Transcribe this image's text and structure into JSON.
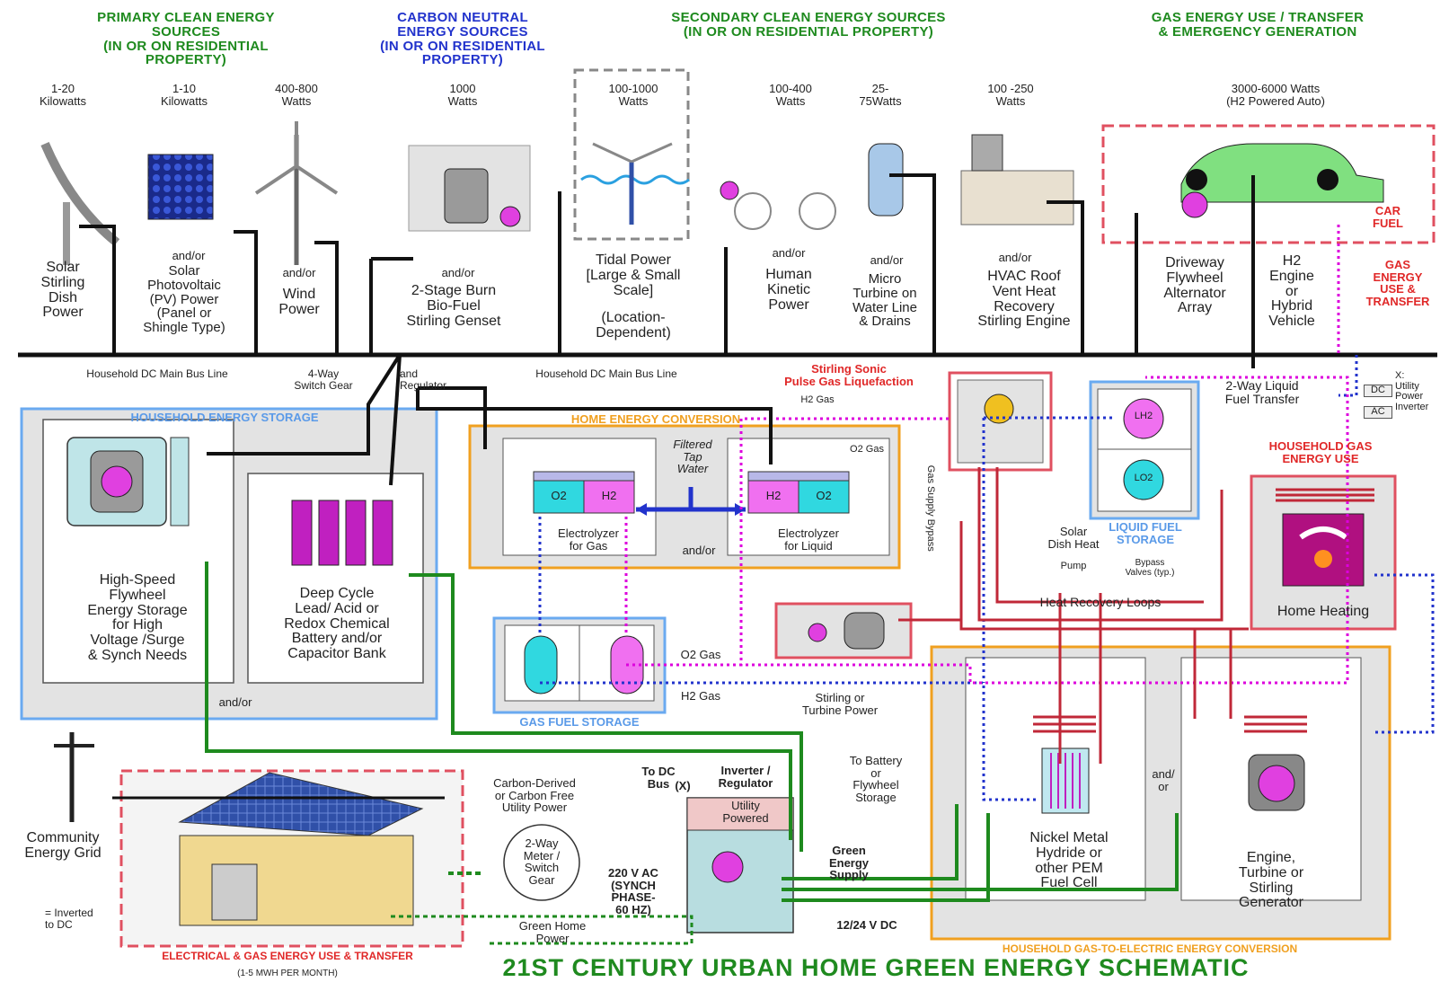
{
  "headers": {
    "primary": "PRIMARY CLEAN ENERGY\nSOURCES\n(IN OR ON RESIDENTIAL\nPROPERTY)",
    "carbon": "CARBON NEUTRAL\nENERGY SOURCES\n(IN OR ON RESIDENTIAL\nPROPERTY)",
    "secondary": "SECONDARY CLEAN ENERGY SOURCES\n(IN OR ON RESIDENTIAL PROPERTY)",
    "gas": "GAS ENERGY USE / TRANSFER\n& EMERGENCY GENERATION"
  },
  "ratings": {
    "solar_dish": "1-20\nKilowatts",
    "solar_pv": "1-10\nKilowatts",
    "wind": "400-800\nWatts",
    "biofuel": "1000\nWatts",
    "tidal": "100-1000\nWatts",
    "human": "100-400\nWatts",
    "micro_turbine": "25-\n75Watts",
    "hvac": "100 -250\nWatts",
    "auto": "3000-6000 Watts\n(H2 Powered Auto)"
  },
  "sources": {
    "solar_dish": "Solar\nStirling\nDish\nPower",
    "andor_pv": "and/or",
    "solar_pv": "Solar\nPhotovoltaic\n(PV) Power\n(Panel or\nShingle Type)",
    "andor_wind": "and/or",
    "wind": "Wind\nPower",
    "andor_bio": "and/or",
    "biofuel": "2-Stage Burn\nBio-Fuel\nStirling Genset",
    "tidal": "Tidal Power\n[Large & Small\nScale]",
    "tidal_note": "(Location-\nDependent)",
    "andor_human": "and/or",
    "human": "Human\nKinetic\nPower",
    "andor_micro": "and/or",
    "micro_turbine": "Micro\nTurbine on\nWater Line\n& Drains",
    "andor_hvac": "and/or",
    "hvac": "HVAC Roof\nVent Heat\nRecovery\nStirling Engine",
    "flywheel_array": "Driveway\nFlywheel\nAlternator\nArray",
    "engine": "H2\nEngine\nor\nHybrid\nVehicle",
    "car_fuel": "CAR\nFUEL",
    "gas_energy": "GAS\nENERGY\nUSE &\nTRANSFER"
  },
  "bus": {
    "main_left": "Household DC Main Bus Line",
    "main_mid": "Household DC Main Bus Line",
    "switch": "4-Way\nSwitch Gear",
    "regulator": "and\nRegulator",
    "liquid_transfer": "2-Way Liquid\nFuel Transfer",
    "dc": "DC",
    "ac": "AC",
    "utility_inverter": "X:\nUtility\nPower\nInverter"
  },
  "storage": {
    "title": "HOUSEHOLD ENERGY STORAGE",
    "flywheel": "High-Speed\nFlywheel\nEnergy Storage\nfor High\nVoltage /Surge\n& Synch Needs",
    "battery": "Deep Cycle\nLead/ Acid or\nRedox Chemical\nBattery and/or\nCapacitor Bank",
    "andor": "and/or"
  },
  "conversion": {
    "title": "HOME ENERGY CONVERSION",
    "filtered": "Filtered\nTap\nWater",
    "o2_left": "O2",
    "h2_left": "H2",
    "h2_right": "H2",
    "o2_right": "O2",
    "elec_gas": "Electrolyzer\nfor Gas",
    "andor": "and/or",
    "elec_liquid": "Electrolyzer\nfor Liquid",
    "h2_gas_label": "H2 Gas",
    "o2_gas_label": "O2 Gas"
  },
  "gas_storage": {
    "title": "GAS FUEL STORAGE",
    "o2_gas": "O2 Gas",
    "h2_gas": "H2 Gas"
  },
  "liquid": {
    "sonic": "Stirling Sonic\nPulse Gas Liquefaction",
    "lh2": "LH2",
    "lo2": "LO2",
    "title": "LIQUID FUEL\nSTORAGE",
    "bypass": "Gas Supply Bypass"
  },
  "heat": {
    "solar_dish_heat": "Solar\nDish Heat",
    "pump": "Pump",
    "bypass_valves": "Bypass\nValves (typ.)",
    "loops": "Heat Recovery Loops",
    "stirling_turbine": "Stirling or\nTurbine Power"
  },
  "household_gas": {
    "title": "HOUSEHOLD GAS\nENERGY USE",
    "home_heating": "Home Heating"
  },
  "gas_to_electric": {
    "title": "HOUSEHOLD GAS-TO-ELECTRIC ENERGY CONVERSION",
    "fuel_cell": "Nickel Metal\nHydride or\nother PEM\nFuel Cell",
    "andor": "and/\nor",
    "engine": "Engine,\nTurbine or\nStirling\nGenerator",
    "to_battery": "To Battery\nor\nFlywheel\nStorage"
  },
  "grid": {
    "community": "Community\nEnergy Grid",
    "legend": "= Inverted\nto DC",
    "carbon_derived": "Carbon-Derived\nor Carbon Free\nUtility Power",
    "meter": "2-Way\nMeter /\nSwitch\nGear",
    "to_dc": "To DC\nBus",
    "to_dc_x": "(X)",
    "inverter": "Inverter /\nRegulator",
    "utility_powered": "Utility\nPowered",
    "ac_220": "220 V AC\n(SYNCH\nPHASE-\n60 HZ)",
    "dc_1224": "12/24 V DC",
    "green_supply": "Green\nEnergy\nSupply",
    "green_home": "Green Home\nPower",
    "house_title": "ELECTRICAL & GAS ENERGY USE & TRANSFER",
    "house_sub": "(1-5 MWH PER MONTH)"
  },
  "title": "21ST CENTURY URBAN HOME GREEN ENERGY SCHEMATIC",
  "colors": {
    "green": "#1e8a1e",
    "blue": "#2233cc",
    "red": "#e02828",
    "orange": "#f0a020",
    "magenta": "#dd00dd",
    "pipe_red": "#c02838",
    "light_blue": "#5aa0e8",
    "gray": "#e6e6e6"
  }
}
